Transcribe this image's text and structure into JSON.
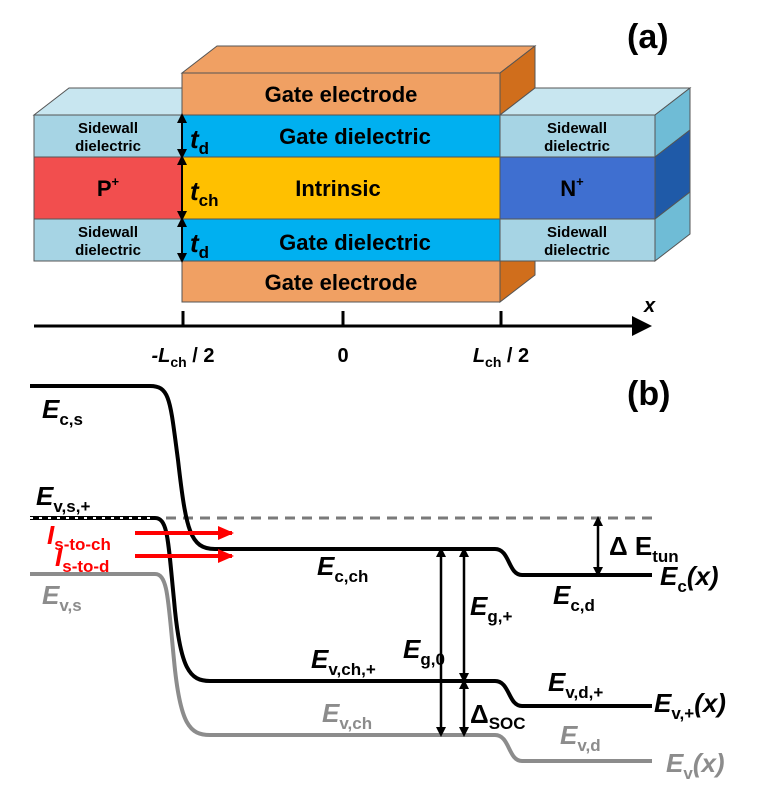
{
  "panels": {
    "a": "(a)",
    "b": "(b)"
  },
  "device": {
    "gate_top": "Gate electrode",
    "gate_bottom": "Gate electrode",
    "dielectric_top": "Gate dielectric",
    "dielectric_bottom": "Gate dielectric",
    "channel": "Intrinsic",
    "source": "P",
    "source_sup": "+",
    "drain": "N",
    "drain_sup": "+",
    "sidewall_l1": "Sidewall",
    "sidewall_l2": "dielectric",
    "td": "t",
    "td_sub": "d",
    "tch": "t",
    "tch_sub": "ch"
  },
  "axis": {
    "label": "x",
    "tick_left": "-L",
    "tick_left_sub": "ch",
    "tick_left_tail": " / 2",
    "tick_mid": "0",
    "tick_right": "L",
    "tick_right_sub": "ch",
    "tick_right_tail": " / 2"
  },
  "bands": {
    "Ecs": "E",
    "Ecs_sub": "c,s",
    "Evsp": "E",
    "Evsp_sub": "v,s,+",
    "Evs": "E",
    "Evs_sub": "v,s",
    "Ecch": "E",
    "Ecch_sub": "c,ch",
    "Evchp": "E",
    "Evchp_sub": "v,ch,+",
    "Evch": "E",
    "Evch_sub": "v,ch",
    "Eg0": "E",
    "Eg0_sub": "g,0",
    "Egp": "E",
    "Egp_sub": "g,+",
    "Ecd": "E",
    "Ecd_sub": "c,d",
    "Evdp": "E",
    "Evdp_sub": "v,d,+",
    "Evd": "E",
    "Evd_sub": "v,d",
    "dEtun": "Δ E",
    "dEtun_sub": "tun",
    "dsoc": "Δ",
    "dsoc_sub": "SOC",
    "Ecx": "E",
    "Ecx_sub": "c",
    "Ecx_tail": "(x)",
    "Evpx": "E",
    "Evpx_sub": "v,+",
    "Evpx_tail": "(x)",
    "Evx": "E",
    "Evx_sub": "v",
    "Evx_tail": "(x)",
    "Isch": "I",
    "Isch_sub": "s-to-ch",
    "Isd": "I",
    "Isd_sub": "s-to-d"
  },
  "colors": {
    "gate": "#F0A063",
    "gate_dark": "#D06E1C",
    "dielectric": "#00B0F0",
    "sidewall": "#A6D4E4",
    "sidewall_dark": "#6FBCD6",
    "channel": "#FFC000",
    "source": "#F24E4E",
    "drain": "#3F6FD0",
    "drain_dark": "#1F5AA8",
    "current": "#FF0000",
    "gray": "#8C8C8C"
  }
}
